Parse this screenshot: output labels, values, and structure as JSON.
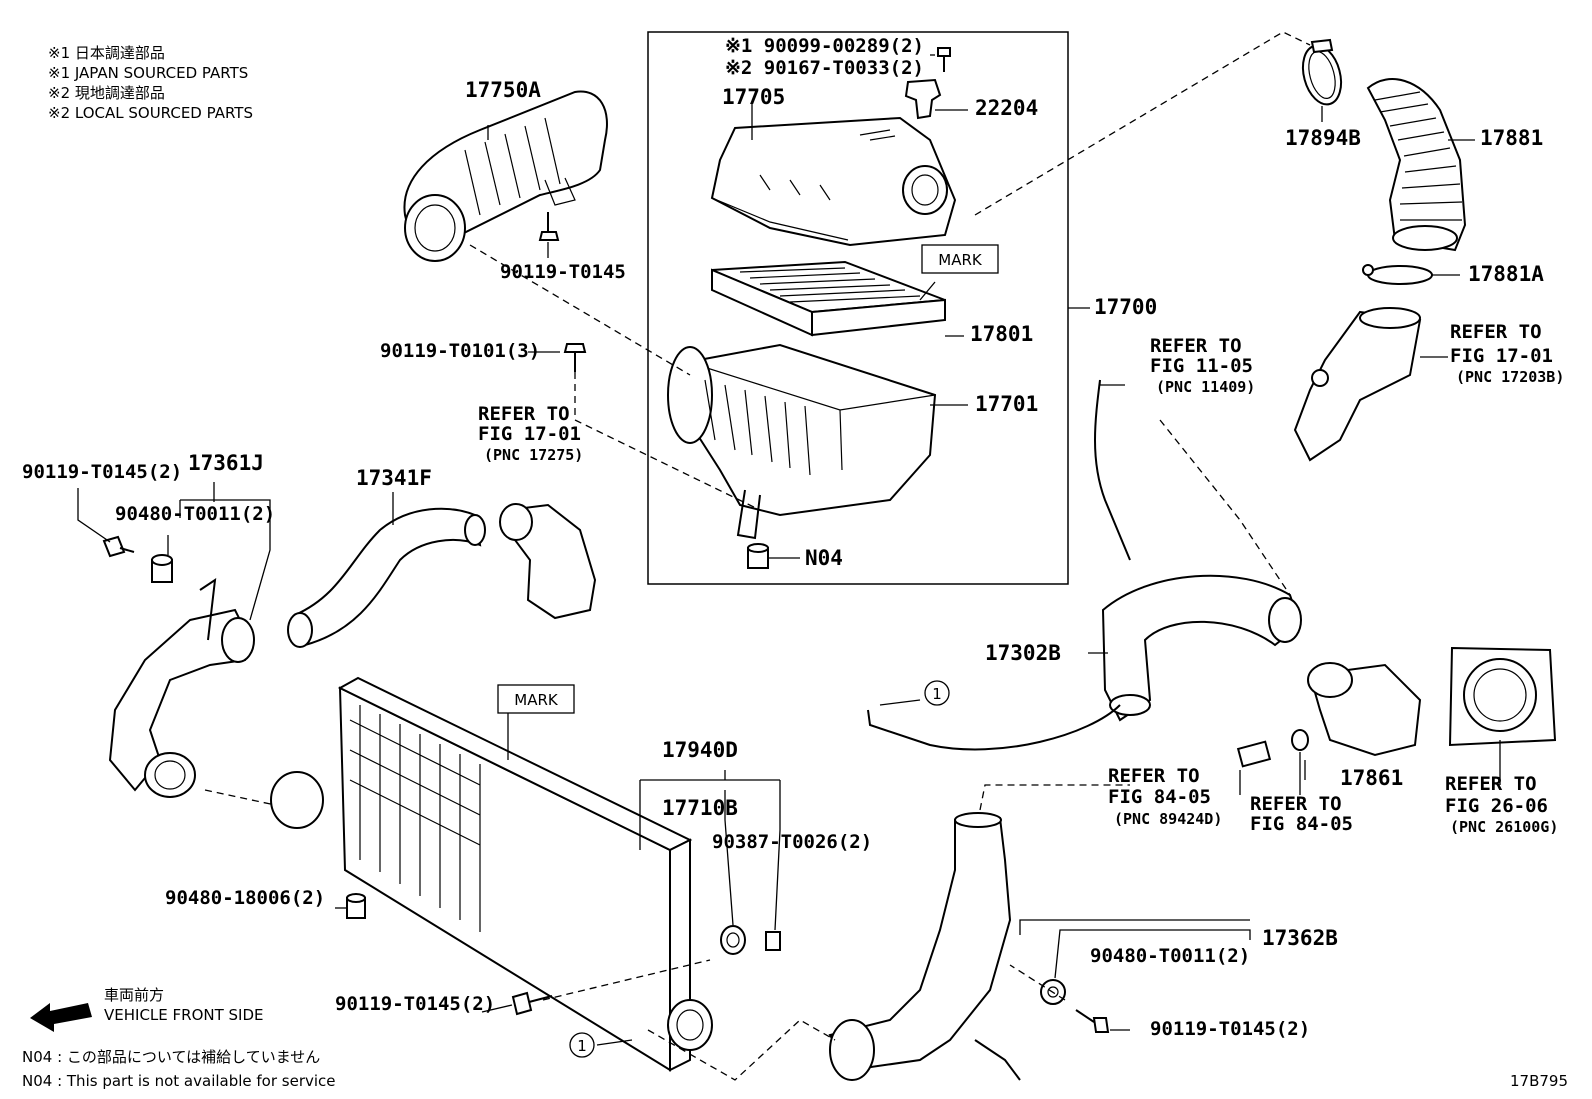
{
  "notes": {
    "n1_jp": "※1  日本調達部品",
    "n1_en": "※1  JAPAN SOURCED PARTS",
    "n2_jp": "※2  現地調達部品",
    "n2_en": "※2  LOCAL SOURCED PARTS"
  },
  "parts": {
    "p17750A": "17750A",
    "p90119_T0145_a": "90119-T0145",
    "p17705": "17705",
    "p90099": "※1 90099-00289(2)",
    "p90167": "※2 90167-T0033(2)",
    "p22204": "22204",
    "mark1": "MARK",
    "p17801": "17801",
    "p17700": "17700",
    "p17701": "17701",
    "p90119_T0101": "90119-T0101(3)",
    "pN04": "N04",
    "p17894B": "17894B",
    "p17881": "17881",
    "p17881A": "17881A",
    "p90119_T0145_b": "90119-T0145(2)",
    "p17361J": "17361J",
    "p90480_T0011_a": "90480-T0011(2)",
    "p17341F": "17341F",
    "p17302B": "17302B",
    "mark2": "MARK",
    "p17940D": "17940D",
    "p17710B": "17710B",
    "p90387": "90387-T0026(2)",
    "p90480_18006": "90480-18006(2)",
    "p90119_T0145_c": "90119-T0145(2)",
    "p17861": "17861",
    "p17362B": "17362B",
    "p90480_T0011_b": "90480-T0011(2)",
    "p90119_T0145_d": "90119-T0145(2)",
    "circle1": "1"
  },
  "refers": {
    "r1": {
      "l1": "REFER TO",
      "l2": "FIG 17-01",
      "l3": "(PNC 17275)"
    },
    "r2": {
      "l1": "REFER TO",
      "l2": "FIG 11-05",
      "l3": "(PNC 11409)"
    },
    "r3": {
      "l1": "REFER TO",
      "l2": "FIG 17-01",
      "l3": "(PNC 17203B)"
    },
    "r4": {
      "l1": "REFER TO",
      "l2": "FIG 84-05",
      "l3": "(PNC 89424D)"
    },
    "r5": {
      "l1": "REFER TO",
      "l2": "FIG 84-05"
    },
    "r6": {
      "l1": "REFER TO",
      "l2": "FIG 26-06",
      "l3": "(PNC 26100G)"
    }
  },
  "front": {
    "jp": "車両前方",
    "en": "VEHICLE FRONT SIDE"
  },
  "footer": {
    "n04_jp": "N04 : この部品については補給していません",
    "n04_en": "N04 : This part is not available for service",
    "fig_id": "17B795"
  }
}
